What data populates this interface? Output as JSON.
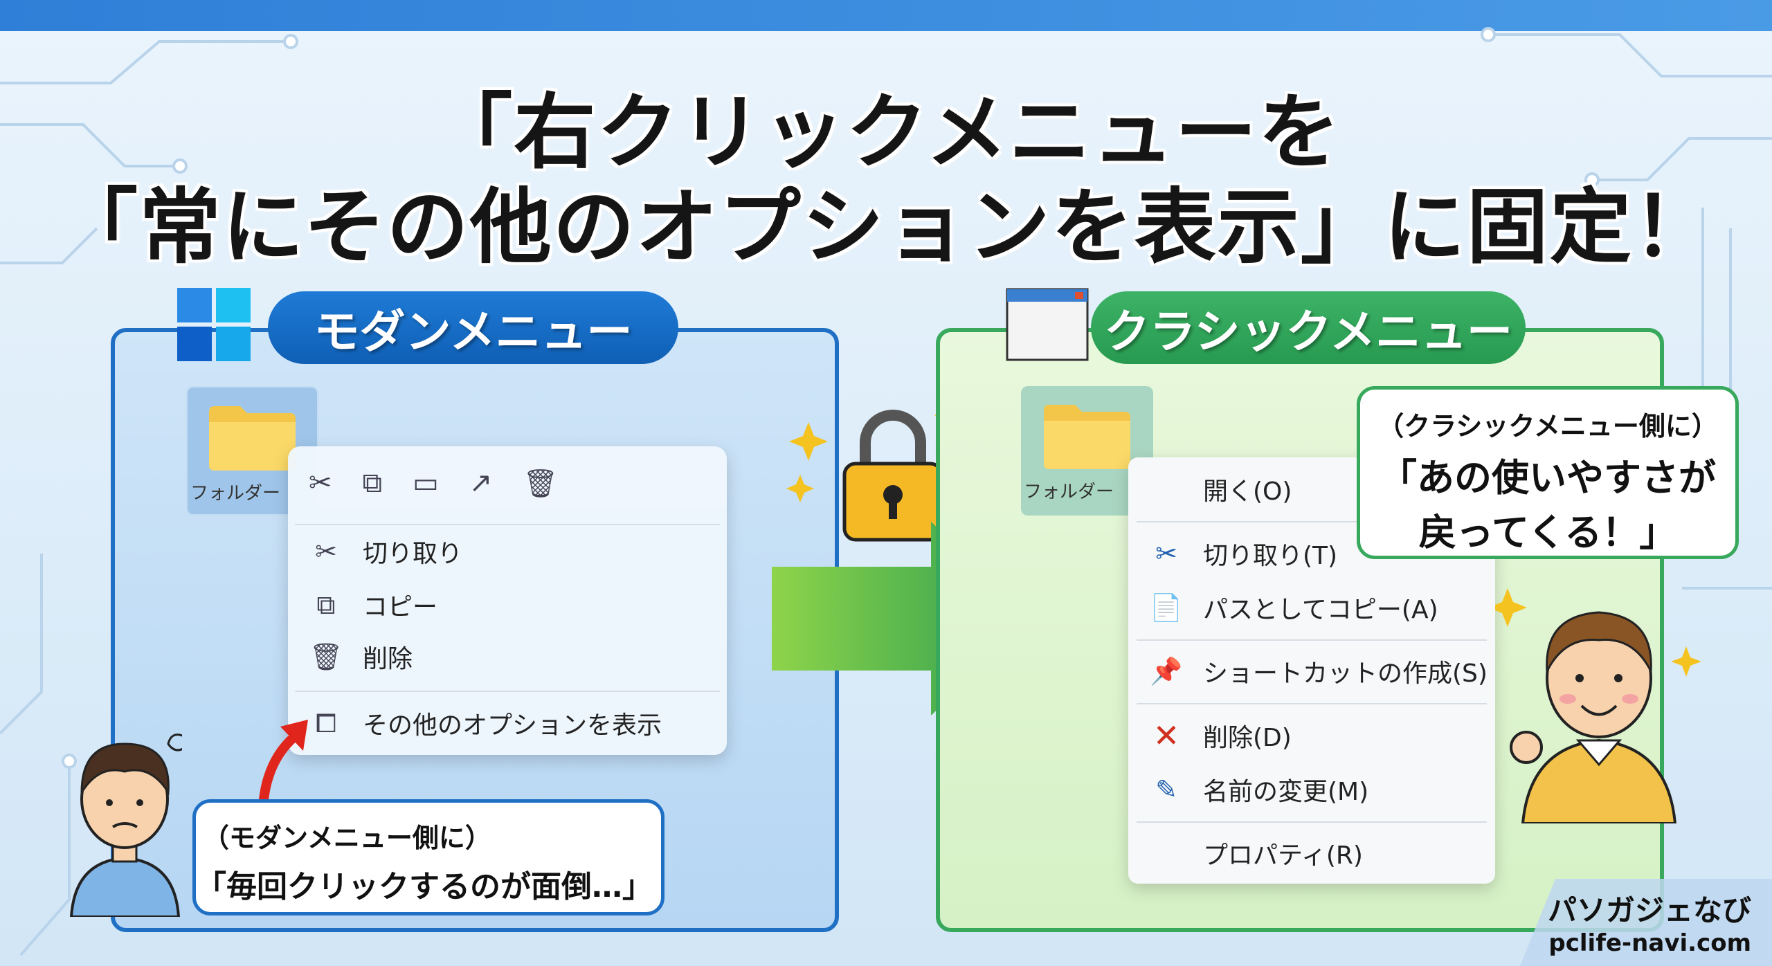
{
  "title": {
    "line1": "「右クリックメニューを",
    "line2": "「常にその他のオプションを表示」に固定！"
  },
  "modern": {
    "header": "モダンメニュー",
    "folder_label": "フォルダー",
    "toolbar_icons": [
      "cut-icon",
      "copy-icon",
      "rename-icon",
      "share-icon",
      "delete-icon"
    ],
    "items": [
      {
        "label": "切り取り",
        "icon": "cut-icon"
      },
      {
        "label": "コピー",
        "icon": "copy-icon"
      },
      {
        "label": "削除",
        "icon": "trash-icon"
      },
      {
        "label": "その他のオプションを表示",
        "icon": "open-external-icon"
      }
    ],
    "bubble": {
      "line1": "（モダンメニュー側に）",
      "line2": "「毎回クリックするのが面倒…」"
    }
  },
  "classic": {
    "header": "クラシックメニュー",
    "folder_label": "フォルダー",
    "items": [
      {
        "label": "開く(O)"
      },
      {
        "label": "切り取り(T)",
        "icon": "cut-icon"
      },
      {
        "label": "パスとしてコピー(A)",
        "icon": "copy-path-icon"
      },
      {
        "label": "ショートカットの作成(S)",
        "icon": "pin-icon"
      },
      {
        "label": "削除(D)",
        "icon": "red-x-icon"
      },
      {
        "label": "名前の変更(M)",
        "icon": "rename-icon"
      },
      {
        "label": "プロパティ(R)"
      }
    ],
    "bubble": {
      "line1": "（クラシックメニュー側に）",
      "line2": "「あの使いやすさが",
      "line3": "戻ってくる！」"
    }
  },
  "watermark": {
    "brand": "パソガジェなび",
    "url": "pclife-navi.com"
  },
  "colors": {
    "modern_blue": "#1f6fc4",
    "classic_green": "#37a85c",
    "title": "#151515"
  }
}
